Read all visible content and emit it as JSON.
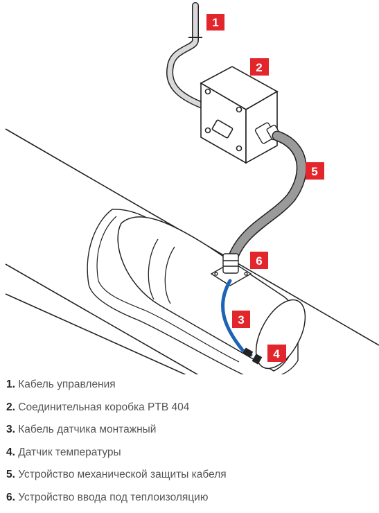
{
  "colors": {
    "badge": "#e3262b",
    "line": "#222222",
    "cable_blue": "#1f63b5",
    "cable_gray": "#d9d9d9",
    "hose": "#9a9a9a",
    "text": "#555555"
  },
  "badges": [
    "1",
    "2",
    "3",
    "4",
    "5",
    "6"
  ],
  "legend": [
    {
      "num": "1.",
      "text": "Кабель управления"
    },
    {
      "num": "2.",
      "text": "Соединительная коробка PTB 404"
    },
    {
      "num": "3.",
      "text": "Кабель датчика монтажный"
    },
    {
      "num": "4.",
      "text": "Датчик температуры"
    },
    {
      "num": "5.",
      "text": "Устройство механической защиты кабеля"
    },
    {
      "num": "6.",
      "text": "Устройство ввода под теплоизоляцию"
    }
  ]
}
